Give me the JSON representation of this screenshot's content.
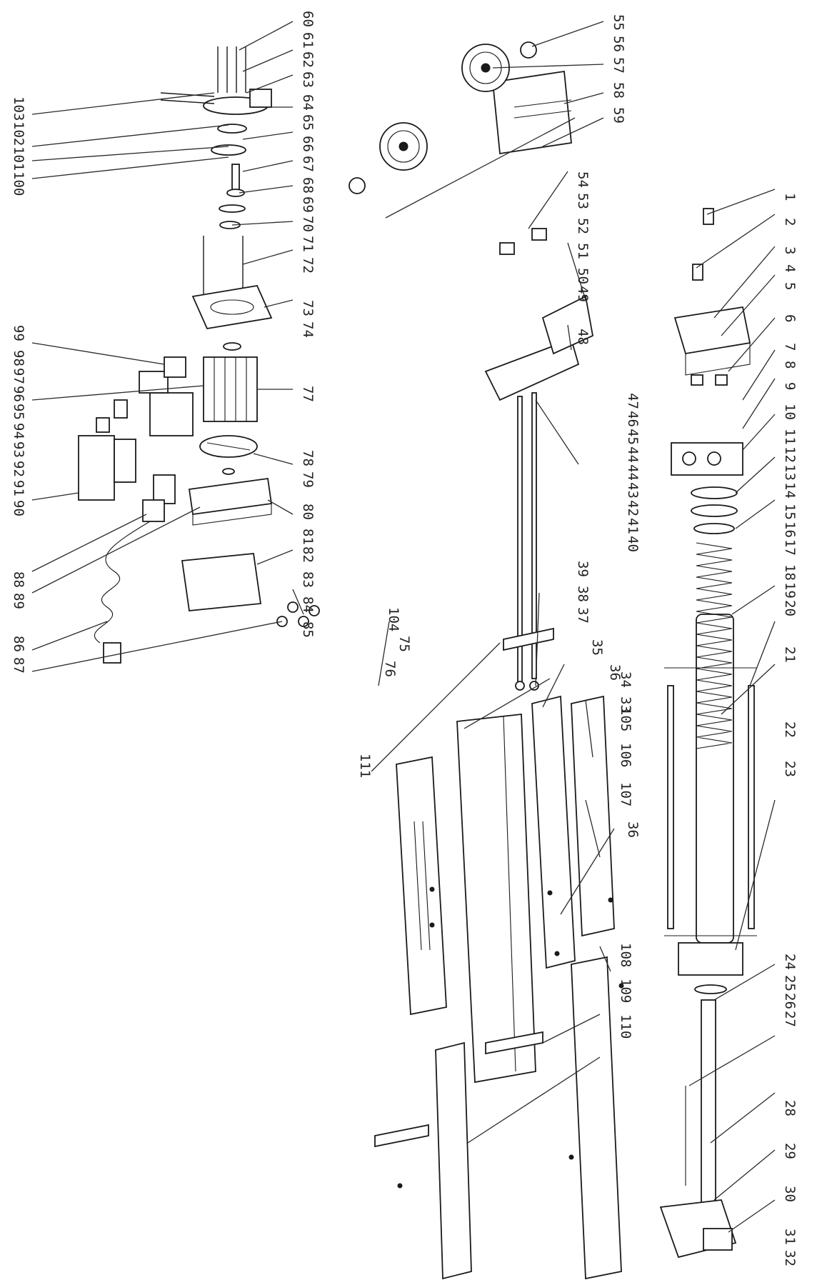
{
  "diagram": {
    "type": "exploded-parts-diagram",
    "callouts_lift_assembly": [
      "1",
      "2",
      "3",
      "4",
      "5",
      "6",
      "7",
      "8",
      "9",
      "10",
      "11",
      "12",
      "13",
      "14",
      "15",
      "16",
      "17",
      "18",
      "19",
      "20",
      "21",
      "22",
      "23",
      "24",
      "25",
      "26",
      "27",
      "28",
      "29",
      "30",
      "31",
      "32"
    ],
    "callouts_frame_assembly": [
      "33",
      "34",
      "35",
      "36",
      "36",
      "37",
      "38",
      "39",
      "40",
      "41",
      "42",
      "43",
      "44",
      "44",
      "45",
      "46",
      "47",
      "48",
      "49",
      "50",
      "51",
      "52",
      "53",
      "54",
      "75",
      "76",
      "104",
      "105",
      "106",
      "107",
      "108",
      "109",
      "110",
      "111"
    ],
    "callouts_wheel_assembly": [
      "55",
      "56",
      "57",
      "58",
      "59"
    ],
    "callouts_motor_assembly": [
      "60",
      "61",
      "62",
      "63",
      "64",
      "65",
      "66",
      "67",
      "68",
      "69",
      "70",
      "71",
      "72",
      "73",
      "74",
      "77",
      "78",
      "79",
      "80",
      "81",
      "82",
      "83",
      "84",
      "85",
      "86",
      "87",
      "88",
      "89",
      "90",
      "91",
      "92",
      "93",
      "94",
      "95",
      "96",
      "97",
      "98",
      "99",
      "100",
      "101",
      "102",
      "103"
    ],
    "colors": {
      "line": "#1a1a1a",
      "paper": "#ffffff"
    }
  }
}
